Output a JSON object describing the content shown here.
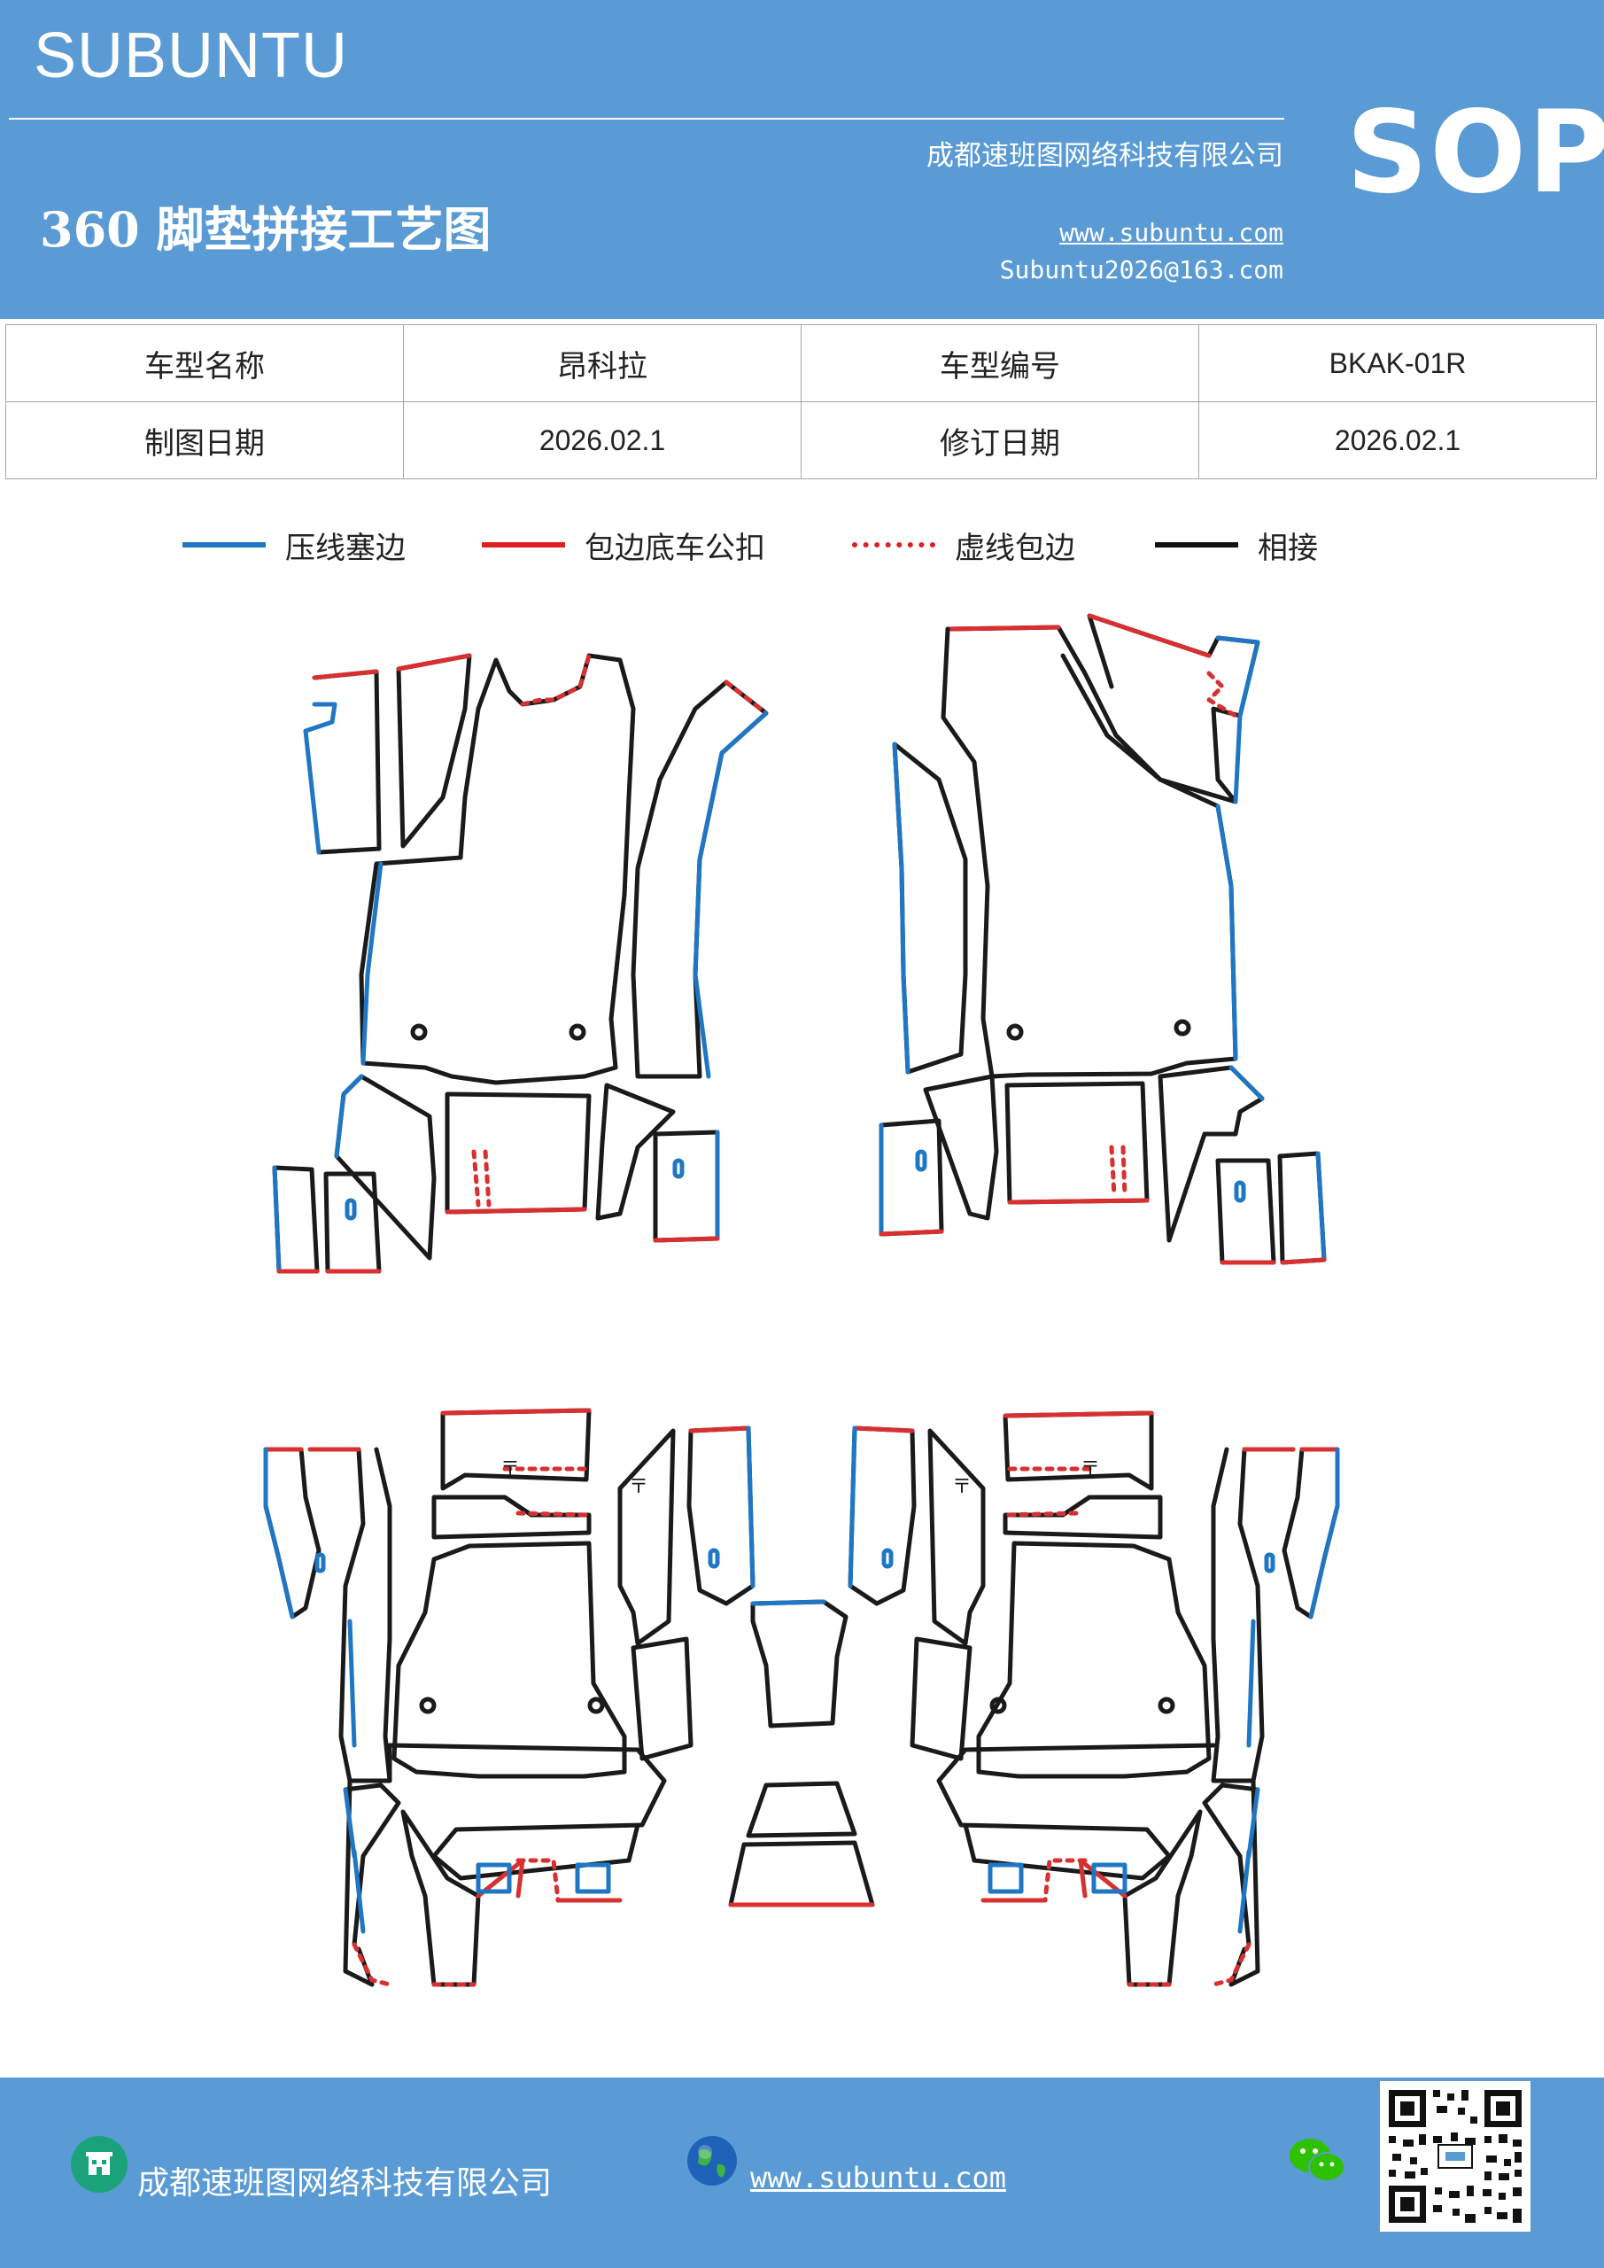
{
  "header": {
    "brand": "SUBUNTU",
    "company": "成都速班图网络科技有限公司",
    "title": "360 脚垫拼接工艺图",
    "website": "www.subuntu.com",
    "email": "Subuntu2026@163.com",
    "badge": "SOP"
  },
  "info": {
    "rows": [
      {
        "label1": "车型名称",
        "value1": "昂科拉",
        "label2": "车型编号",
        "value2": "BKAK-01R"
      },
      {
        "label1": "制图日期",
        "value1": "2026.02.1",
        "label2": "修订日期",
        "value2": "2026.02.1"
      }
    ]
  },
  "legend": [
    {
      "label": "压线塞边",
      "color": "#1f77c4",
      "style": "solid"
    },
    {
      "label": "包边底车公扣",
      "color": "#e02020",
      "style": "solid"
    },
    {
      "label": "虚线包边",
      "color": "#e02020",
      "style": "dotted"
    },
    {
      "label": "相接",
      "color": "#111111",
      "style": "solid"
    }
  ],
  "colors": {
    "blue": "#1f77c4",
    "red": "#d83030",
    "black": "#1a1a1a",
    "header": "#5b9bd5"
  },
  "footer": {
    "company": "成都速班图网络科技有限公司",
    "website": "www.subuntu.com",
    "icons": [
      "building-icon",
      "globe-icon",
      "wechat-icon",
      "qr-code"
    ]
  }
}
